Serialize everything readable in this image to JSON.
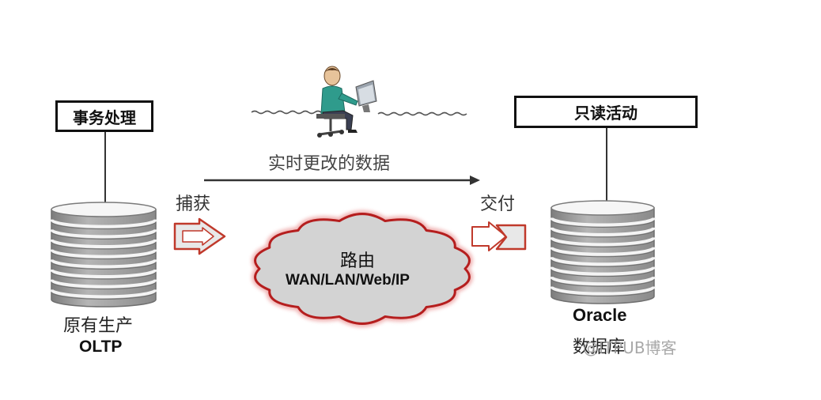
{
  "left": {
    "box_label": "事务处理",
    "db_label_line1": "原有生产",
    "db_label_line2": "OLTP"
  },
  "right": {
    "box_label": "只读活动",
    "db_label_line1": "Oracle",
    "db_label_line2": "数据库"
  },
  "flow": {
    "top_label": "实时更改的数据",
    "capture_label": "捕获",
    "deliver_label": "交付"
  },
  "cloud": {
    "line1": "路由",
    "line2": "WAN/LAN/Web/IP"
  },
  "watermark": "@ITPUB博客",
  "colors": {
    "arrow_red": "#c0392b",
    "arrow_fill": "#e6e6e6",
    "cloud_fill": "#d4d4d4",
    "cloud_border": "#b51e1e",
    "disk_dark": "#8a8a8a",
    "disk_light": "#f2f2f2"
  }
}
